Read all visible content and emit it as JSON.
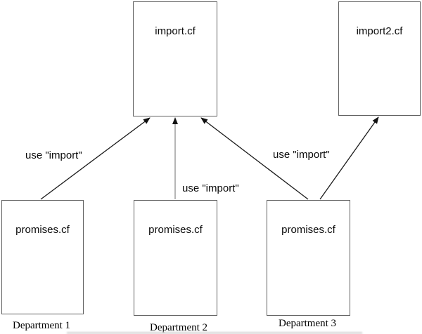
{
  "diagram": {
    "colors": {
      "background": "#ffffff",
      "box_border": "#606060",
      "arrow": "#1a1a1a",
      "vertical_arrow": "#6e6e6e",
      "text": "#000000"
    },
    "boxes": {
      "import1": {
        "label": "import.cf"
      },
      "import2": {
        "label": "import2.cf"
      },
      "promises1": {
        "label": "promises.cf"
      },
      "promises2": {
        "label": "promises.cf"
      },
      "promises3": {
        "label": "promises.cf"
      }
    },
    "edge_labels": {
      "left": "use \"import\"",
      "middle": "use \"import\"",
      "right": "use \"import\""
    },
    "departments": {
      "d1": "Department 1",
      "d2": "Department 2",
      "d3": "Department 3"
    }
  }
}
